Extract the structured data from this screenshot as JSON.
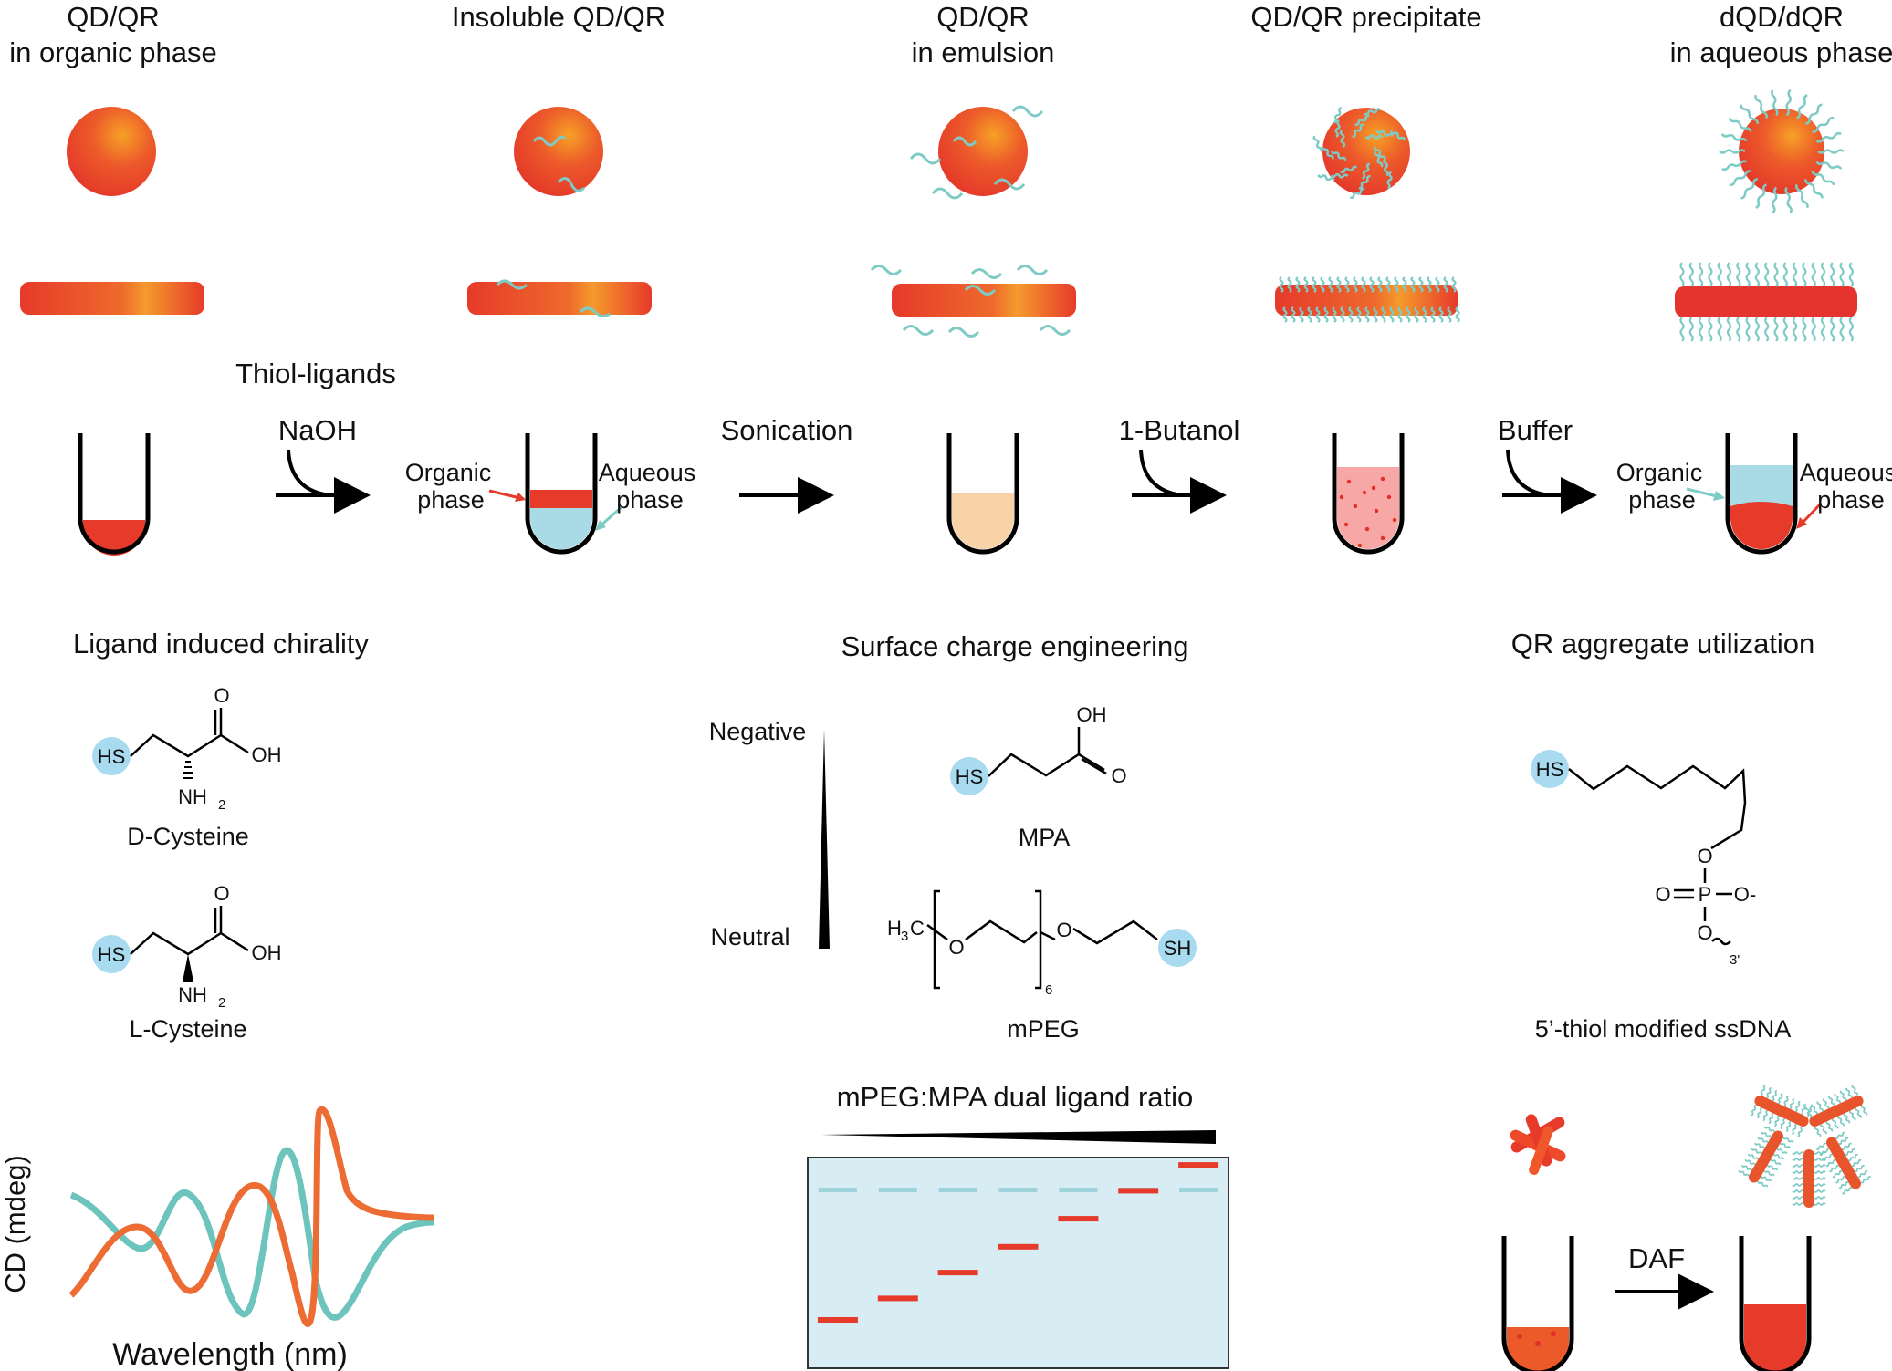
{
  "stages": [
    {
      "line1": "QD/QR",
      "line2": "in organic phase"
    },
    {
      "line1": "Insoluble QD/QR",
      "line2": ""
    },
    {
      "line1": "QD/QR",
      "line2": "in emulsion"
    },
    {
      "line1": "QD/QR precipitate",
      "line2": ""
    },
    {
      "line1": "dQD/dQR",
      "line2": "in aqueous phase"
    }
  ],
  "steps": {
    "thiol_ligands": "Thiol-ligands",
    "naoh": "NaOH",
    "sonication": "Sonication",
    "butanol": "1-Butanol",
    "buffer": "Buffer"
  },
  "phase_labels": {
    "organic_1": "Organic",
    "organic_2": "phase",
    "aqueous_1": "Aqueous",
    "aqueous_2": "phase"
  },
  "sections": {
    "chirality": "Ligand induced chirality",
    "surface_charge": "Surface charge engineering",
    "qr_aggregate": "QR aggregate utilization"
  },
  "molecules": {
    "d_cysteine": "D-Cysteine",
    "l_cysteine": "L-Cysteine",
    "mpa": "MPA",
    "mpeg": "mPEG",
    "ssdna": "5’-thiol modified ssDNA",
    "hs": "HS",
    "sh": "SH",
    "oh": "OH",
    "o": "O",
    "nh": "NH",
    "sub2": "2",
    "sub3": "3",
    "sub6": "6",
    "h": "H",
    "c": "C",
    "p": "P",
    "o_minus": "O-",
    "three_prime": "3'"
  },
  "charge_scale": {
    "top": "Negative",
    "bottom": "Neutral"
  },
  "cd_plot": {
    "ylabel": "CD (mdeg)",
    "xlabel": "Wavelength (nm)"
  },
  "gel": {
    "title": "mPEG:MPA dual ligand ratio",
    "lanes": 7,
    "band_levels": [
      0.0,
      0.1,
      0.22,
      0.34,
      0.47,
      0.6,
      0.72
    ]
  },
  "daf": "DAF",
  "colors": {
    "particle_red": "#e63a2a",
    "particle_core": "#f7a126",
    "ligand_teal": "#7ecbc6",
    "hs_circle": "#a8daf0",
    "aqueous_blue": "#a8dbe6",
    "emulsion_peach": "#f9d3a8",
    "precipitate_pink": "#f7a7a5",
    "gel_bg": "#d8ecf3",
    "gel_ref_band": "#9fd3dc",
    "cd_teal": "#6cc4bd",
    "cd_orange": "#ec6c34"
  }
}
